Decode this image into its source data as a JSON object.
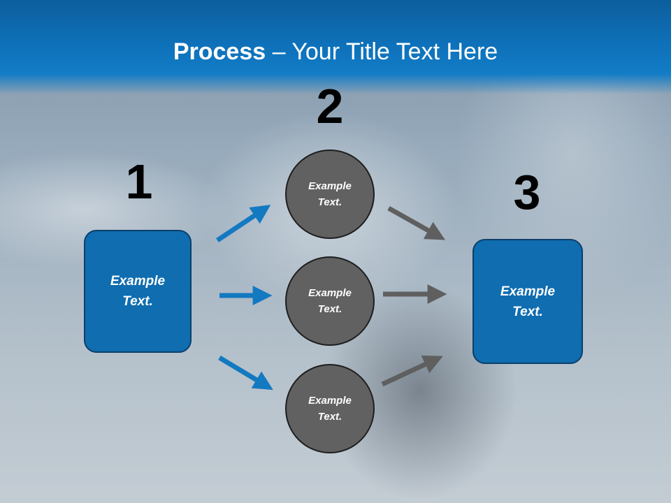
{
  "header": {
    "title_bold": "Process",
    "title_rest": " – Your Title Text Here"
  },
  "steps": {
    "step1_number": "1",
    "step2_number": "2",
    "step3_number": "3"
  },
  "nodes": {
    "left_box": "Example Text.",
    "circle_top": "Example Text.",
    "circle_middle": "Example Text.",
    "circle_bottom": "Example Text.",
    "right_box": "Example Text."
  },
  "colors": {
    "header_blue": "#0e70b8",
    "box_blue": "#0f6db0",
    "circle_gray": "#616161",
    "arrow_blue": "#1379c1",
    "arrow_gray": "#5f5f5f"
  }
}
